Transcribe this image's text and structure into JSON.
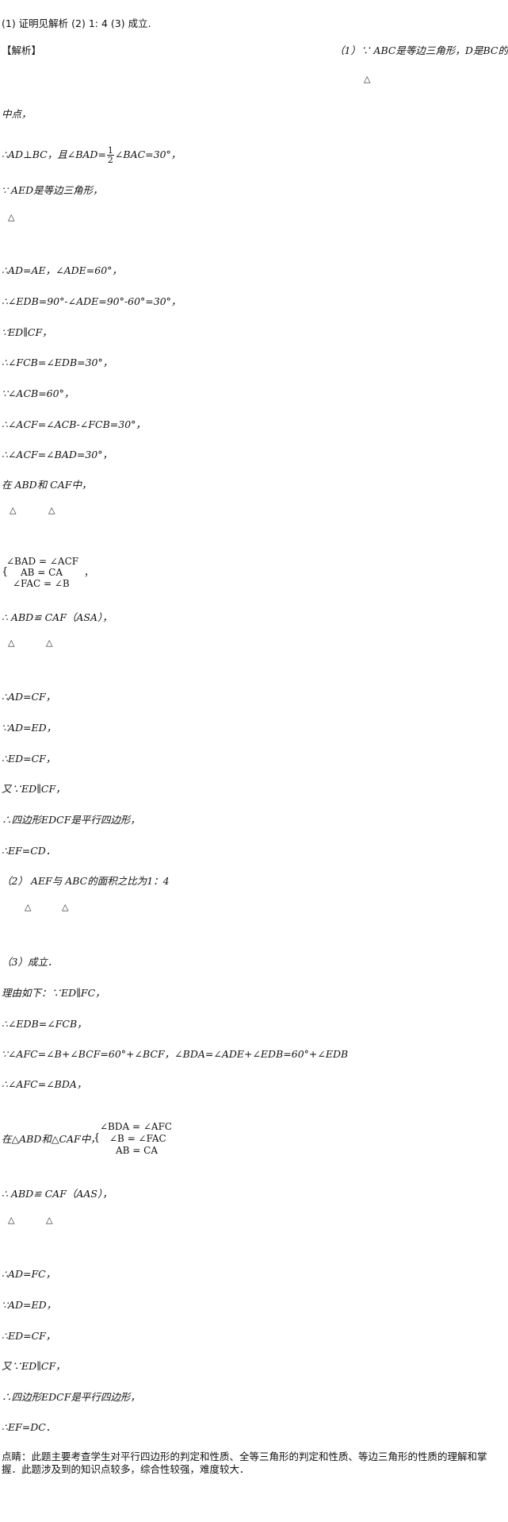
{
  "answer_line": "(1) 证明见解析 (2) 1: 4 (3) 成立.",
  "analysis_label": "【解析】",
  "part1_header": "（1）∵ ABC是等边三角形，D是BC的",
  "tri": "△",
  "lines": [
    "中点，",
    "∴AD⊥BC，且∠BAD=",
    "∠BAC=30°，",
    "∵ AED是等边三角形，",
    "∴AD=AE，∠ADE=60°，",
    "∴∠EDB=90°-∠ADE=90°-60°=30°，",
    "∵ED∥CF，",
    "∴∠FCB=∠EDB=30°，",
    "∵∠ACB=60°，",
    "∴∠ACF=∠ACB-∠FCB=30°，",
    "∴∠ACF=∠BAD=30°，",
    "在 ABD和 CAF中，",
    "∴ ABD≌ CAF（ASA），",
    "∴AD=CF，",
    "∵AD=ED，",
    "∴ED=CF，",
    "又∵ED∥CF，",
    "∴四边形EDCF是平行四边形，",
    "∴EF=CD．",
    "（2） AEF与 ABC的面积之比为1：4",
    "（3）成立．",
    "理由如下：∵ED∥FC，",
    "∴∠EDB=∠FCB，",
    "∵∠AFC=∠B+∠BCF=60°+∠BCF，∠BDA=∠ADE+∠EDB=60°+∠EDB",
    "∴∠AFC=∠BDA，",
    "在△ABD和△CAF中，",
    "∴ ABD≌ CAF（AAS），",
    "∴AD=FC，",
    "∵AD=ED，",
    "∴ED=CF，",
    "又∵ED∥CF，",
    "∴四边形EDCF是平行四边形，",
    "∴EF=DC．"
  ],
  "fraction": {
    "num": "1",
    "den": "2"
  },
  "system1": [
    "∠BAD = ∠ACF",
    "AB = CA",
    "∠FAC = ∠B"
  ],
  "system1_tail": "，",
  "system2": [
    "∠BDA = ∠AFC",
    "∠B = ∠FAC",
    "AB = CA"
  ],
  "brace": "{",
  "comment": "点睛：此题主要考查学生对平行四边形的判定和性质、全等三角形的判定和性质、等边三角形的性质的理解和掌握．此题涉及到的知识点较多，综合性较强，难度较大．"
}
